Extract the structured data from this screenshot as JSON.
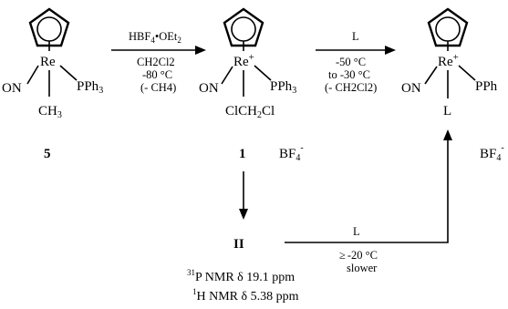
{
  "compounds": [
    {
      "id": "cmpd-5",
      "metal": "Re",
      "charge": "",
      "left_ligand": "ON",
      "right_ligand": "PPh",
      "right_sub": "3",
      "bottom_ligand": "CH",
      "bottom_sub": "3",
      "label": "5",
      "counterion": "",
      "counterion_sup": ""
    },
    {
      "id": "cmpd-1",
      "metal": "Re",
      "charge": "+",
      "left_ligand": "ON",
      "right_ligand": "PPh",
      "right_sub": "3",
      "bottom_ligand": "ClCH",
      "bottom_sub": "2",
      "bottom_tail": "Cl",
      "label": "1",
      "counterion": "BF",
      "counterion_sub": "4",
      "counterion_sup": "-"
    },
    {
      "id": "cmpd-product",
      "metal": "Re",
      "charge": "+",
      "left_ligand": "ON",
      "right_ligand": "PPh",
      "bottom_ligand": "L",
      "counterion": "BF",
      "counterion_sub": "4",
      "counterion_sup": "-"
    }
  ],
  "intermediate": {
    "label": "II"
  },
  "arrows": {
    "step1": {
      "above": "HBF",
      "above_sub": "4",
      "above_tail": "•OEt",
      "above_tail_sub": "2",
      "below": [
        "CH2Cl2",
        "-80 °C",
        "(- CH4)"
      ]
    },
    "step2": {
      "above": "L",
      "below": [
        "-50 °C",
        "to -30 °C",
        "(- CH2Cl2)"
      ]
    },
    "step3": {
      "above": "L",
      "below_prefix": "≥",
      "below": [
        "-20 °C",
        "slower"
      ]
    }
  },
  "nmr": [
    {
      "sup": "31",
      "nucleus": "P",
      "text": " NMR δ 19.1 ppm"
    },
    {
      "sup": "1",
      "nucleus": "H",
      "text": " NMR δ 5.38 ppm"
    }
  ]
}
